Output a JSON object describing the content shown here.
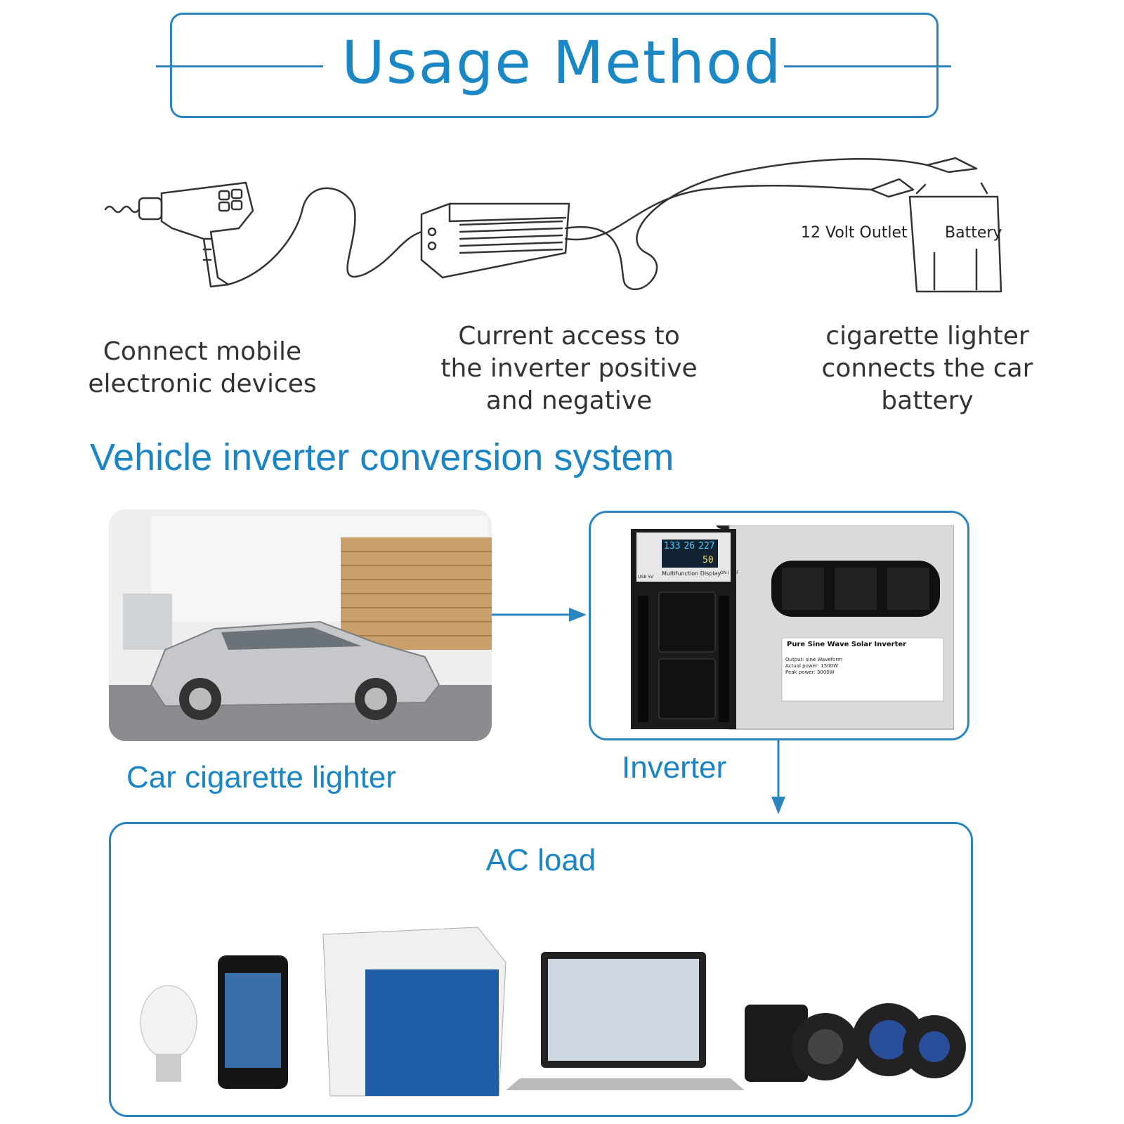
{
  "header": {
    "title": "Usage Method"
  },
  "diagram": {
    "outlet_label": "12 Volt Outlet",
    "battery_label": "Battery",
    "captions": {
      "left": [
        "Connect mobile",
        "electronic devices"
      ],
      "middle": [
        "Current access to",
        "the inverter positive",
        "and negative"
      ],
      "right": [
        "cigarette lighter",
        "connects the car",
        "battery"
      ]
    }
  },
  "system": {
    "heading": "Vehicle inverter conversion system",
    "car_label": "Car cigarette lighter",
    "inverter_label": "Inverter",
    "inverter_panel": {
      "display_values": [
        "133",
        "26",
        "227",
        "50"
      ],
      "display_caption": "Multifunction Display",
      "usb_label": "USB 5V",
      "switch_label": "ON / OFF",
      "sticker_title": "Pure Sine Wave Solar Inverter",
      "sticker_lines": [
        "Output: sine Waveform",
        "Actual power: 1500W",
        "Peak power: 3000W"
      ]
    },
    "load_label": "AC load"
  },
  "colors": {
    "accent": "#1a85c4",
    "frame": "#2b86c0"
  }
}
